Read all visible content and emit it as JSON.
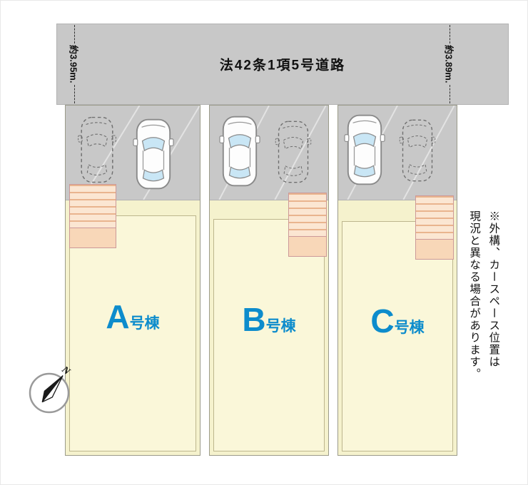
{
  "road": {
    "label": "法42条1項5号道路",
    "width_left": "約3.95m.",
    "width_right": "約3.89m."
  },
  "parcels": [
    {
      "id": "A",
      "letter": "A",
      "suffix": "号棟"
    },
    {
      "id": "B",
      "letter": "B",
      "suffix": "号棟"
    },
    {
      "id": "C",
      "letter": "C",
      "suffix": "号棟"
    }
  ],
  "note": {
    "line1": "※外構、カースペース位置は",
    "line2": "現況と異なる場合があります。"
  },
  "compass": {
    "label": "N"
  },
  "colors": {
    "road_gray": "#c8c8c8",
    "parcel_cream": "#f5f2cd",
    "building_cream": "#faf7d9",
    "stairs_peach": "#fbe6d2",
    "unit_blue": "#0d8ccc"
  }
}
